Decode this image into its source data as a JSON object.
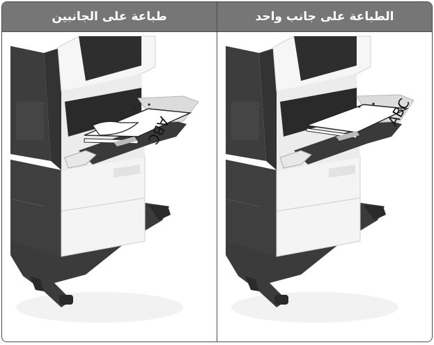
{
  "columns": {
    "left": {
      "title": "طباعة على الجانبين"
    },
    "right": {
      "title": "الطباعة على جانب واحد"
    }
  },
  "paper_text": "ABC",
  "colors": {
    "header_bg": "#767676",
    "border": "#4a4a4a",
    "printer_dark": "#3b3b3b",
    "printer_light": "#f4f4f4"
  }
}
